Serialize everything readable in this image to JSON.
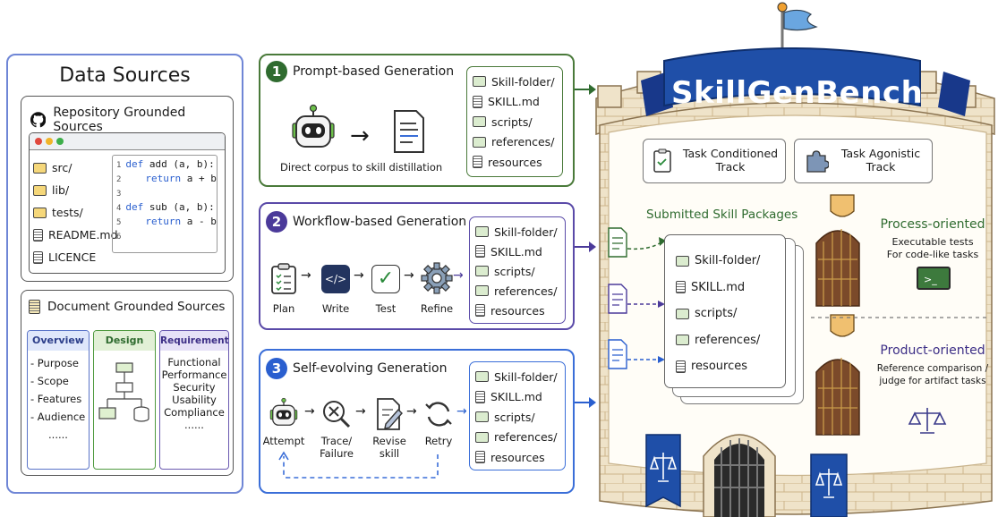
{
  "data_sources": {
    "title": "Data Sources",
    "repo": {
      "title": "Repository Grounded Sources",
      "files": [
        "src/",
        "lib/",
        "tests/",
        "README.md",
        "LICENCE"
      ],
      "code": [
        {
          "n": "1",
          "kw": "def",
          "rest": " add (a, b):"
        },
        {
          "n": "2",
          "kw": "return",
          "rest": " a + b"
        },
        {
          "n": "3",
          "kw": "",
          "rest": ""
        },
        {
          "n": "4",
          "kw": "def",
          "rest": " sub (a, b):"
        },
        {
          "n": "5",
          "kw": "return",
          "rest": " a - b"
        },
        {
          "n": "6",
          "kw": "",
          "rest": ""
        }
      ]
    },
    "doc": {
      "title": "Document Grounded Sources",
      "overview": {
        "title": "Overview",
        "items": [
          "- Purpose",
          "- Scope",
          "- Features",
          "- Audience",
          "......"
        ]
      },
      "design": {
        "title": "Design"
      },
      "requirements": {
        "title": "Requirements",
        "items": [
          "Functional",
          "Performance",
          "Security",
          "Usability",
          "Compliance",
          "......"
        ]
      }
    }
  },
  "stages": {
    "s1": {
      "num": "1",
      "title": "Prompt-based Generation",
      "caption": "Direct corpus to skill distillation",
      "color": "#2f6b2f"
    },
    "s2": {
      "num": "2",
      "title": "Workflow-based Generation",
      "steps": [
        "Plan",
        "Write",
        "Test",
        "Refine"
      ],
      "color": "#4b3a9a"
    },
    "s3": {
      "num": "3",
      "title": "Self-evolving Generation",
      "steps": [
        "Attempt",
        "Trace/\nFailure",
        "Revise\nskill",
        "Retry"
      ],
      "color": "#2a5fcf"
    }
  },
  "skill_files": [
    "Skill-folder/",
    "SKILL.md",
    "scripts/",
    "references/",
    "resources"
  ],
  "benchmark": {
    "name": "SkillGenBench",
    "track1": "Task Conditioned\nTrack",
    "track2": "Task Agonistic\nTrack",
    "submitted_title": "Submitted Skill Packages",
    "process": {
      "title": "Process-oriented",
      "desc": "Executable tests\nFor code-like tasks",
      "terminal": ">_"
    },
    "product": {
      "title": "Product-oriented",
      "desc": "Reference comparison /\njudge for artifact tasks"
    }
  },
  "colors": {
    "green": "#2f6b2f",
    "purple": "#4b3a9a",
    "blue": "#2a5fcf",
    "banner": "#1f4fa8",
    "stone": "#efe3c9"
  }
}
